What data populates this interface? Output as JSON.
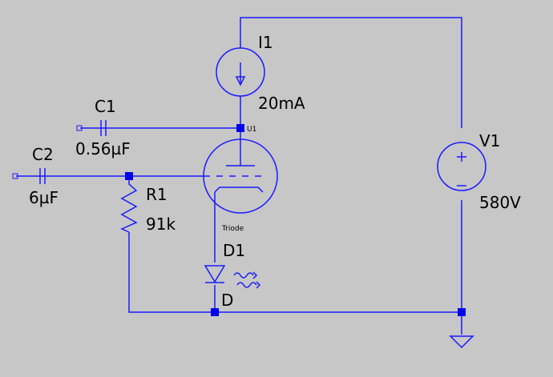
{
  "colors": {
    "background": "#c7c7c7",
    "wire": "#1a1aff",
    "junction": "#0000ee",
    "text": "#000000"
  },
  "components": {
    "I1": {
      "ref": "I1",
      "value": "20mA"
    },
    "C1": {
      "ref": "C1",
      "value": "0.56µF"
    },
    "U1": {
      "ref": "U1",
      "model": "Triode"
    },
    "C2": {
      "ref": "C2",
      "value": "6µF"
    },
    "R1": {
      "ref": "R1",
      "value": "91k"
    },
    "D1": {
      "ref": "D1",
      "net": "D"
    },
    "V1": {
      "ref": "V1",
      "value": "580V"
    }
  },
  "icons": [
    "current-source-icon",
    "capacitor-icon",
    "triode-icon",
    "resistor-icon",
    "led-icon",
    "voltage-source-icon",
    "ground-icon"
  ]
}
